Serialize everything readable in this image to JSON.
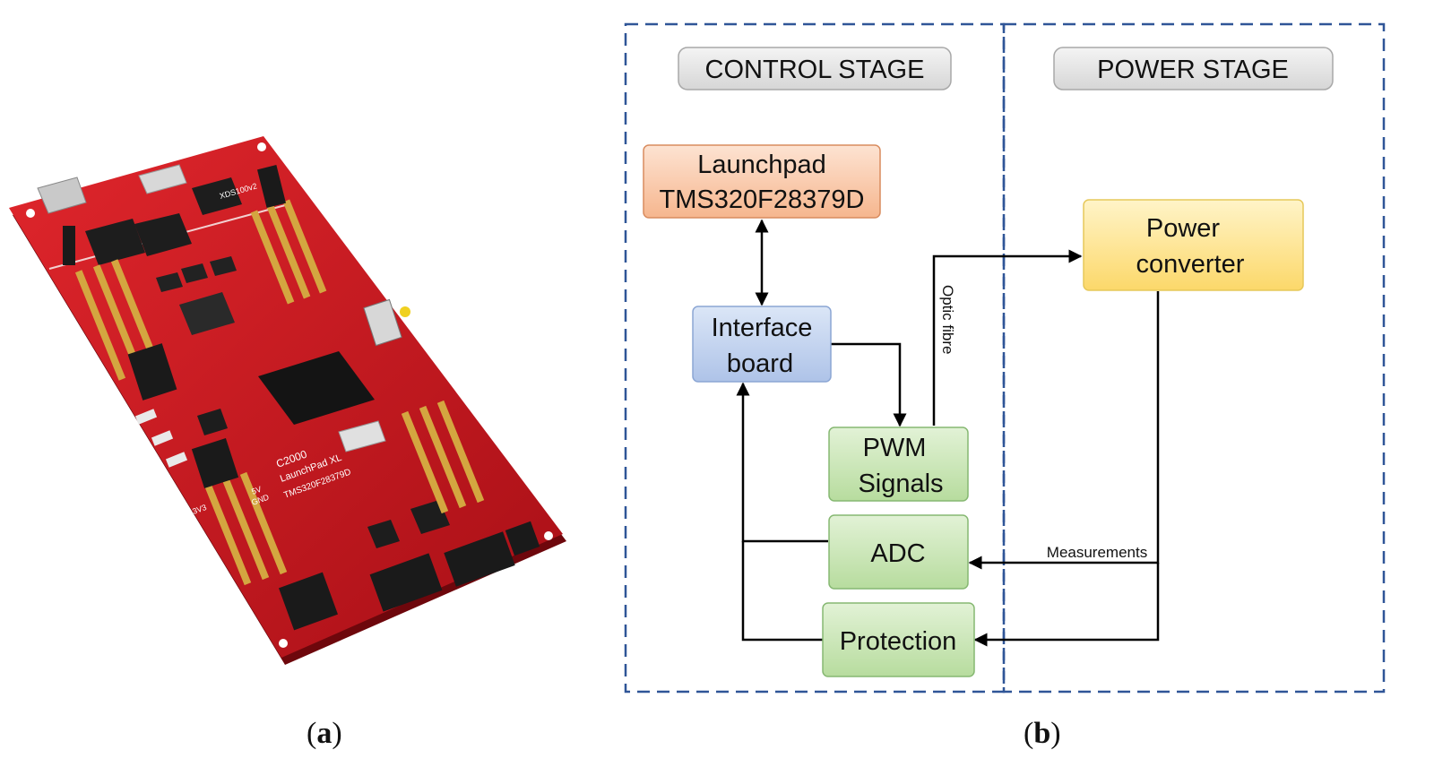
{
  "captions": {
    "a": "a",
    "b": "b"
  },
  "board": {
    "silkscreen": [
      "C2000",
      "LaunchPad XL",
      "TMS320F28379D",
      "XDS100v2",
      "5V",
      "GND",
      "3V3"
    ],
    "colors": {
      "pcb": "#c8141e",
      "pcb_dark": "#8e0c12",
      "chip": "#161616",
      "gold": "#d4a640"
    }
  },
  "diagram": {
    "stages": {
      "control": "CONTROL STAGE",
      "power": "POWER STAGE"
    },
    "blocks": {
      "launchpad": [
        "Launchpad",
        "TMS320F28379D"
      ],
      "interface": [
        "Interface",
        "board"
      ],
      "pwm": [
        "PWM",
        "Signals"
      ],
      "adc": [
        "ADC"
      ],
      "protection": [
        "Protection"
      ],
      "power": [
        "Power",
        "converter"
      ]
    },
    "labels": {
      "optic": "Optic fibre",
      "measurements": "Measurements"
    },
    "colors": {
      "border": "#2f5597",
      "launchpad": "#f9cbad",
      "launchpad_stroke": "#d98c5f",
      "interface": "#bdd0ee",
      "interface_stroke": "#8ba6d4",
      "green": "#c7e6b4",
      "green_stroke": "#86b872",
      "power": "#fde38a",
      "power_stroke": "#e6c85a"
    }
  }
}
